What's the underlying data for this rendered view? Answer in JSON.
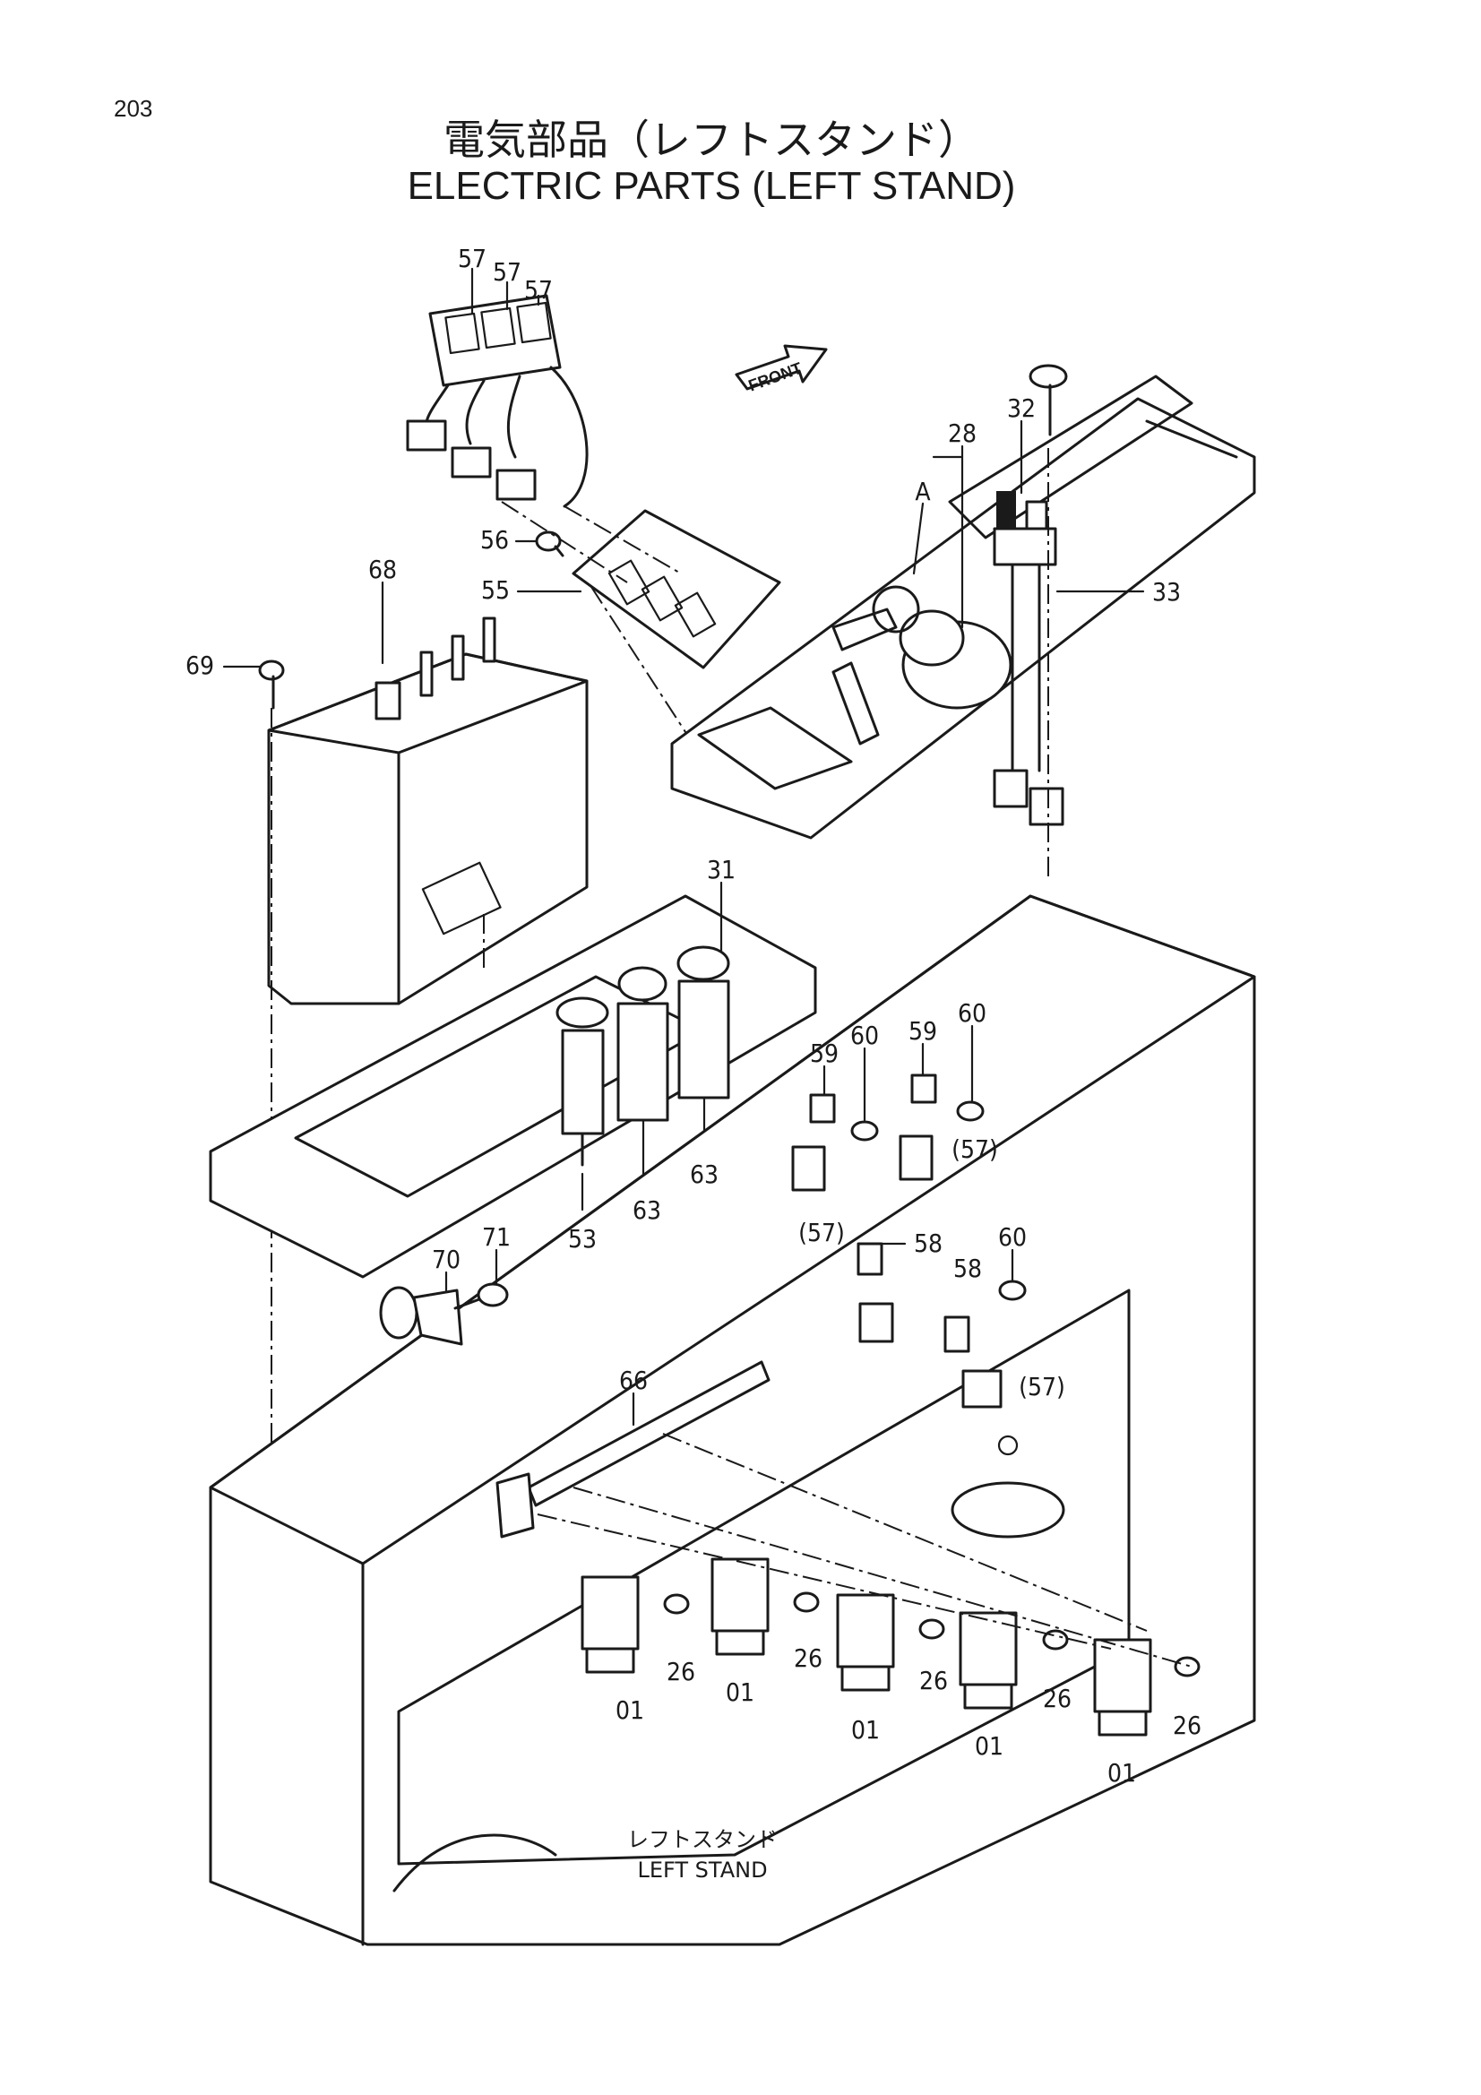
{
  "page": {
    "number": "203",
    "title_jp": "電気部品（レフトスタンド）",
    "title_en": "ELECTRIC PARTS (LEFT STAND)"
  },
  "front_label": "FRONT",
  "stand_caption": {
    "jp": "レフトスタンド",
    "en": "LEFT STAND"
  },
  "callouts": [
    {
      "id": "c57a",
      "text": "57"
    },
    {
      "id": "c57b",
      "text": "57"
    },
    {
      "id": "c57c",
      "text": "57"
    },
    {
      "id": "c56",
      "text": "56"
    },
    {
      "id": "c55",
      "text": "55"
    },
    {
      "id": "c68",
      "text": "68"
    },
    {
      "id": "c69",
      "text": "69"
    },
    {
      "id": "c28",
      "text": "28"
    },
    {
      "id": "cA",
      "text": "A"
    },
    {
      "id": "c32",
      "text": "32"
    },
    {
      "id": "c33",
      "text": "33"
    },
    {
      "id": "c31",
      "text": "31"
    },
    {
      "id": "c59a",
      "text": "59"
    },
    {
      "id": "c60a",
      "text": "60"
    },
    {
      "id": "c59b",
      "text": "59"
    },
    {
      "id": "c60b",
      "text": "60"
    },
    {
      "id": "c57d",
      "text": "(57)"
    },
    {
      "id": "c57e",
      "text": "(57)"
    },
    {
      "id": "c53",
      "text": "53"
    },
    {
      "id": "c63a",
      "text": "63"
    },
    {
      "id": "c63b",
      "text": "63"
    },
    {
      "id": "c58a",
      "text": "58"
    },
    {
      "id": "c60c",
      "text": "60"
    },
    {
      "id": "c58b",
      "text": "58"
    },
    {
      "id": "c57f",
      "text": "(57)"
    },
    {
      "id": "c70",
      "text": "70"
    },
    {
      "id": "c71",
      "text": "71"
    },
    {
      "id": "c66",
      "text": "66"
    },
    {
      "id": "c26a",
      "text": "26"
    },
    {
      "id": "c26b",
      "text": "26"
    },
    {
      "id": "c26c",
      "text": "26"
    },
    {
      "id": "c26d",
      "text": "26"
    },
    {
      "id": "c26e",
      "text": "26"
    },
    {
      "id": "c01a",
      "text": "01"
    },
    {
      "id": "c01b",
      "text": "01"
    },
    {
      "id": "c01c",
      "text": "01"
    },
    {
      "id": "c01d",
      "text": "01"
    },
    {
      "id": "c01e",
      "text": "01"
    }
  ]
}
